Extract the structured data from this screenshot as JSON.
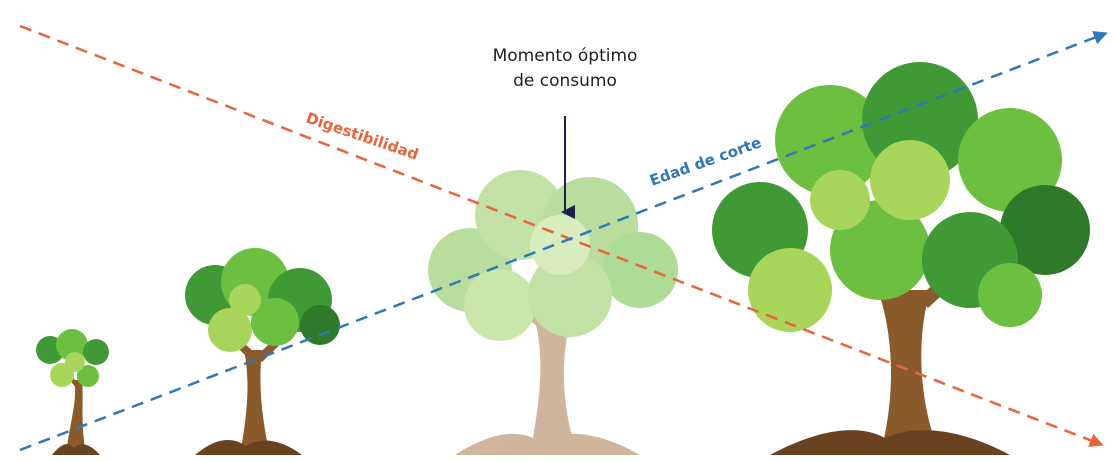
{
  "annotation": {
    "line1": "Momento óptimo",
    "line2": "de consumo"
  },
  "lines": {
    "digestibility": {
      "label": "Digestibilidad",
      "color": "#e8643a"
    },
    "cut_age": {
      "label": "Edad de corte",
      "color": "#2f78b8"
    }
  },
  "colors": {
    "trunk": "#8a5a2b",
    "trunk_dark": "#6b4220",
    "leaf_light": "#a8d65a",
    "leaf_mid": "#6cbf3f",
    "leaf_dark": "#3f9a35",
    "arrow": "#1b2145"
  },
  "trees": [
    {
      "name": "tree-seedling",
      "stage": "sapling"
    },
    {
      "name": "tree-young",
      "stage": "young"
    },
    {
      "name": "tree-optimal",
      "stage": "optimal",
      "faded": true
    },
    {
      "name": "tree-mature",
      "stage": "mature"
    }
  ]
}
